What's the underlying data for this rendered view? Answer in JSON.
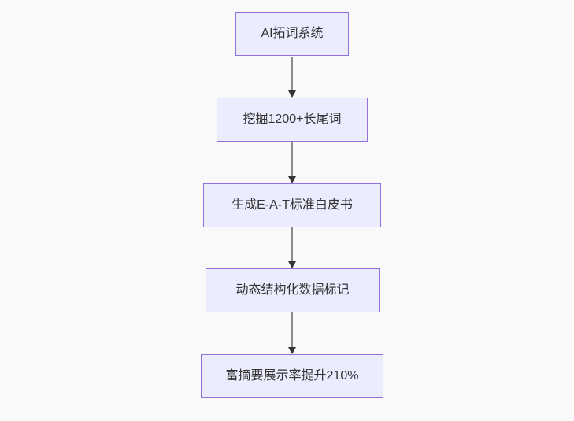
{
  "diagram": {
    "type": "flowchart",
    "direction": "top-down",
    "colors": {
      "page-bg": "#f9f9f9",
      "node-fill": "#ececff",
      "node-border": "#9370db",
      "node-text": "#333333",
      "edge-line": "#8c8c8c",
      "edge-arrowhead": "#333333"
    },
    "nodes": [
      {
        "label": "AI拓词系统"
      },
      {
        "label": "挖掘1200+长尾词"
      },
      {
        "label": "生成E-A-T标准白皮书"
      },
      {
        "label": "动态结构化数据标记"
      },
      {
        "label": "富摘要展示率提升210%"
      }
    ],
    "edges": [
      {
        "from": 0,
        "to": 1
      },
      {
        "from": 1,
        "to": 2
      },
      {
        "from": 2,
        "to": 3
      },
      {
        "from": 3,
        "to": 4
      }
    ]
  }
}
